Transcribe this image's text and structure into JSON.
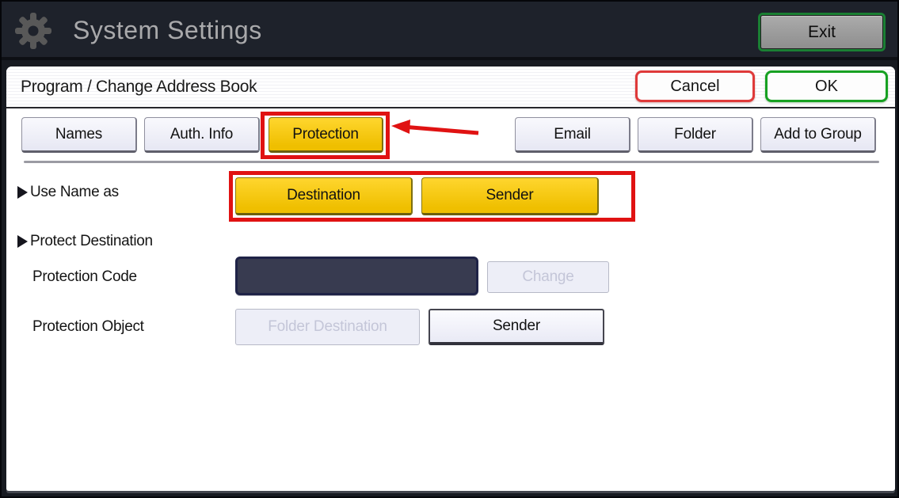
{
  "titlebar": {
    "title": "System Settings",
    "exit_label": "Exit"
  },
  "header": {
    "title": "Program / Change Address Book",
    "cancel_label": "Cancel",
    "ok_label": "OK"
  },
  "tabs": [
    {
      "label": "Names",
      "state": "normal"
    },
    {
      "label": "Auth. Info",
      "state": "normal"
    },
    {
      "label": "Protection",
      "state": "selected"
    },
    {
      "label": "Email",
      "state": "normal"
    },
    {
      "label": "Folder",
      "state": "normal"
    },
    {
      "label": "Add to Group",
      "state": "normal"
    }
  ],
  "content": {
    "use_name_as": {
      "label": "Use Name as",
      "destination_label": "Destination",
      "sender_label": "Sender",
      "destination_selected": true,
      "sender_selected": true
    },
    "protect_destination": {
      "label": "Protect Destination"
    },
    "protection_code": {
      "label": "Protection Code",
      "value": "",
      "change_label": "Change",
      "change_enabled": false
    },
    "protection_object": {
      "label": "Protection Object",
      "folder_destination_label": "Folder Destination",
      "folder_destination_enabled": false,
      "sender_label": "Sender",
      "sender_enabled": true
    }
  },
  "icons": {
    "gear": "gear-icon",
    "section_marker": "triangle-right-icon"
  },
  "annotations": {
    "color": "#e01212",
    "boxes": [
      {
        "target": "protection-tab"
      },
      {
        "target": "use-name-as-buttons"
      }
    ],
    "arrow": {
      "target": "protection-tab",
      "direction": "left"
    }
  },
  "colors": {
    "topbar_bg": "#1e222b",
    "selected_yellow": "#f2c300",
    "ok_green": "#17a122",
    "cancel_red": "#df3a3a",
    "exit_ring_green": "#1a7f33",
    "protection_code_field": "#383b50",
    "disabled_text": "#c4c6d8",
    "annotation_red": "#e01212"
  }
}
